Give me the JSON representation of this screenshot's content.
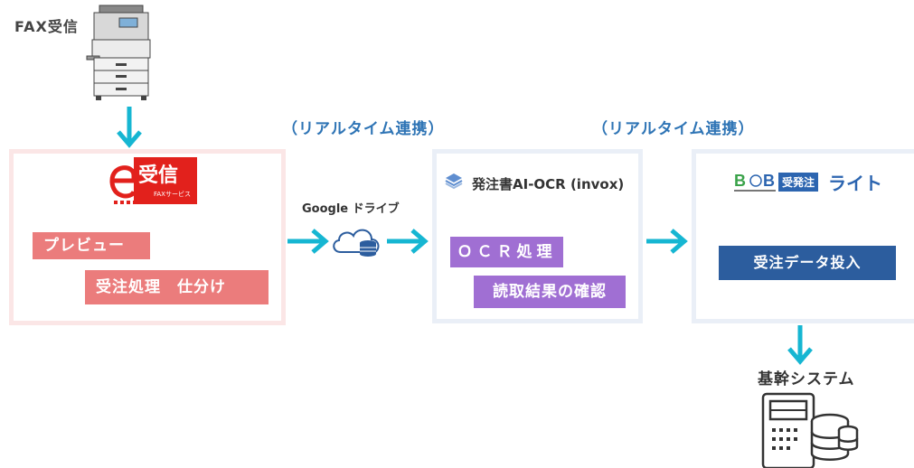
{
  "fax": {
    "label": "FAX受信"
  },
  "realtime_labels": [
    "（リアルタイム連携）",
    "（リアルタイム連携）"
  ],
  "e_reception": {
    "logo_text": "受信",
    "logo_sub": "FAXサービス",
    "buttons": [
      "プレビュー",
      "受注処理　仕分け"
    ]
  },
  "google_drive": {
    "label": "Google ドライブ"
  },
  "invox": {
    "title": "発注書AI-OCR (invox)",
    "buttons": [
      "ＯＣＲ処理",
      "読取結果の確認"
    ]
  },
  "b2b": {
    "logo": "BtoB",
    "badge": "受発注",
    "lite": "ライト",
    "button": "受注データ投入"
  },
  "core_system": {
    "label": "基幹システム"
  },
  "colors": {
    "arrow": "#16b6d2",
    "pink": "#eb7c7c",
    "purple": "#a06fd3",
    "blue": "#2c5d9e",
    "link_text": "#2e74b5"
  }
}
